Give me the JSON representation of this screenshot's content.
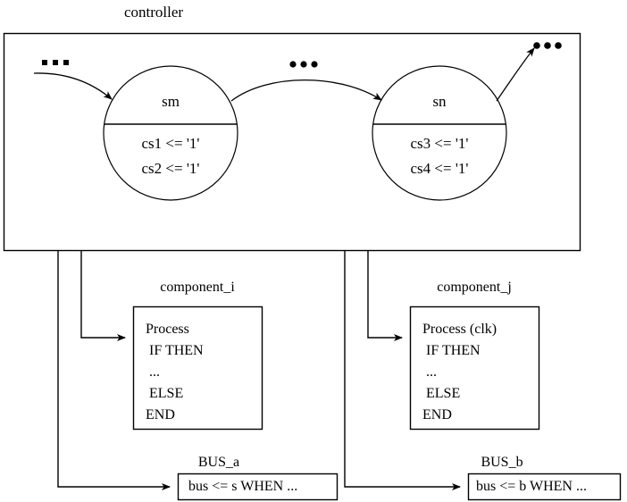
{
  "diagram": {
    "title": "controller",
    "controller": {
      "label": "controller",
      "ellipsis_left": "...",
      "ellipsis_middle": "...",
      "ellipsis_right": "...",
      "states": [
        {
          "name": "sm",
          "actions": [
            "cs1 <= '1'",
            "cs2 <= '1'"
          ]
        },
        {
          "name": "sn",
          "actions": [
            "cs3 <= '1'",
            "cs4 <= '1'"
          ]
        }
      ]
    },
    "components": [
      {
        "label": "component_i",
        "code": [
          "Process",
          " IF THEN",
          " ...",
          " ELSE",
          "END"
        ]
      },
      {
        "label": "component_j",
        "code": [
          "Process (clk)",
          " IF THEN",
          " ...",
          " ELSE",
          "END"
        ]
      }
    ],
    "buses": [
      {
        "label": "BUS_a",
        "code": "bus <= s WHEN ..."
      },
      {
        "label": "BUS_b",
        "code": "bus <= b WHEN ..."
      }
    ],
    "colors": {
      "stroke": "#000000",
      "background": "#ffffff",
      "text": "#000000"
    }
  }
}
